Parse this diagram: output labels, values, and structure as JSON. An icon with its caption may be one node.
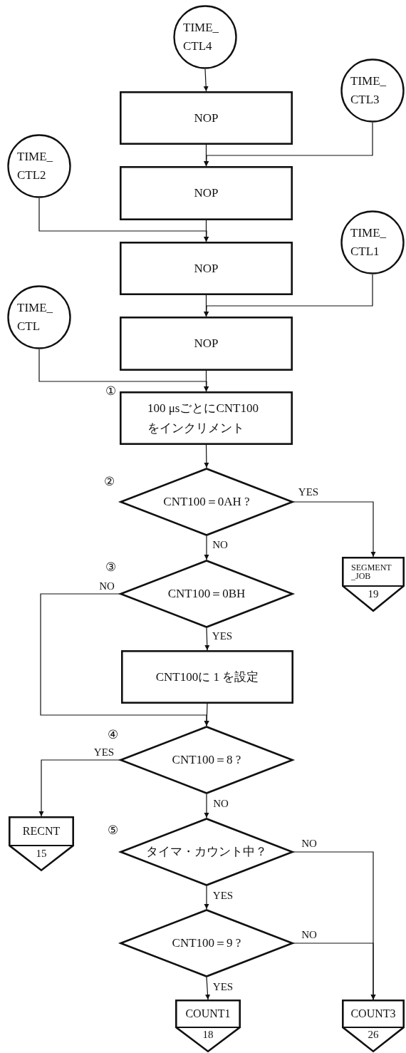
{
  "diagram": {
    "nodes": [
      {
        "text": [
          "TIME_ CTL4"
        ]
      },
      {
        "text": [
          "TIME_ CTL3"
        ]
      },
      {
        "text": [
          "NOP"
        ]
      },
      {
        "text": [
          "TIME_ CTL2"
        ]
      },
      {
        "text": [
          "NOP"
        ]
      },
      {
        "text": [
          "TIME_ CTL1"
        ]
      },
      {
        "text": [
          "NOP"
        ]
      },
      {
        "text": [
          "TIME_ CTL"
        ]
      },
      {
        "text": [
          "NOP"
        ]
      },
      {
        "text": [
          "100 μsごとにCNT100 をインクリメント"
        ],
        "beside": [
          "①"
        ]
      },
      {
        "text": [
          "CNT100＝0AH ?"
        ],
        "beside": [
          "②"
        ]
      },
      {
        "text": [
          "SEGMENT _JOB",
          "19"
        ]
      },
      {
        "text": [
          "CNT100＝0BH"
        ],
        "beside": [
          "③"
        ]
      },
      {
        "text": [
          "CNT100に 1 を設定"
        ]
      },
      {
        "text": [
          "CNT100＝8 ?"
        ],
        "beside": [
          "④"
        ]
      },
      {
        "text": [
          "RECNT",
          "15"
        ]
      },
      {
        "text": [
          "タイマ・カウント中？"
        ],
        "beside": [
          "⑤"
        ]
      },
      {
        "text": [
          "CNT100＝9 ?"
        ]
      },
      {
        "text": [
          "COUNT1",
          "18"
        ]
      },
      {
        "text": [
          "COUNT3",
          "26"
        ]
      }
    ],
    "edges": [
      {
        "from": 0,
        "to": 2,
        "arrow": "to"
      },
      {
        "from": 2,
        "to": 4,
        "arrow": "to"
      },
      {
        "from": 1,
        "to": 4,
        "arrow": "to"
      },
      {
        "from": 4,
        "to": 6,
        "arrow": "to"
      },
      {
        "from": 3,
        "to": 6,
        "arrow": "to"
      },
      {
        "from": 6,
        "to": 8,
        "arrow": "to"
      },
      {
        "from": 5,
        "to": 8,
        "arrow": "to"
      },
      {
        "from": 8,
        "to": 9,
        "arrow": "to"
      },
      {
        "from": 7,
        "to": 9,
        "arrow": "to"
      },
      {
        "from": 9,
        "to": 10,
        "arrow": "to"
      },
      {
        "from": 10,
        "to": 11,
        "arrow": "to",
        "label": "YES"
      },
      {
        "from": 10,
        "to": 12,
        "arrow": "to",
        "label": "NO"
      },
      {
        "from": 12,
        "to": 13,
        "arrow": "to",
        "label": "YES"
      },
      {
        "from": 12,
        "to": 14,
        "arrow": "to",
        "label": "NO"
      },
      {
        "from": 13,
        "to": 14,
        "arrow": "to"
      },
      {
        "from": 14,
        "to": 15,
        "arrow": "to",
        "label": "YES"
      },
      {
        "from": 14,
        "to": 16,
        "arrow": "to",
        "label": "NO"
      },
      {
        "from": 16,
        "to": 17,
        "arrow": "to",
        "label": "YES"
      },
      {
        "from": 16,
        "to": 19,
        "arrow": "to",
        "label": "NO"
      },
      {
        "from": 17,
        "to": 18,
        "arrow": "to",
        "label": "YES"
      },
      {
        "from": 17,
        "to": 19,
        "arrow": "to",
        "label": "NO"
      }
    ]
  }
}
